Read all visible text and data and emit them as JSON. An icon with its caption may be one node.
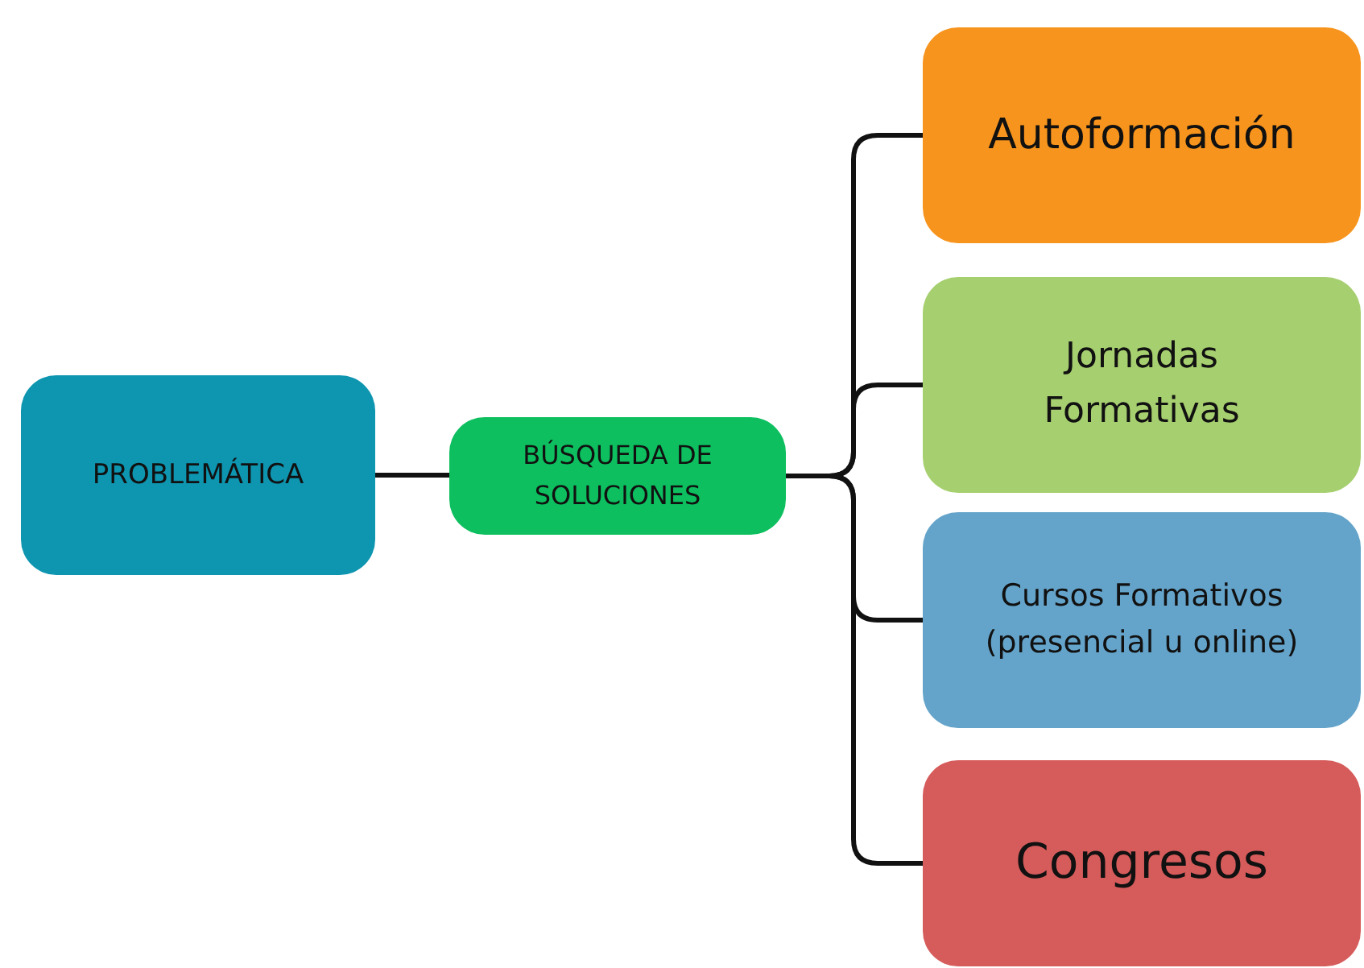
{
  "diagram": {
    "nodes": [
      {
        "text": [
          "PROBLEMÁTICA"
        ]
      },
      {
        "text": [
          "BÚSQUEDA DE SOLUCIONES"
        ]
      },
      {
        "text": [
          "Autoformación"
        ]
      },
      {
        "text": [
          "Jornadas Formativas"
        ]
      },
      {
        "text": [
          "Cursos Formativos (presencial u online)"
        ]
      },
      {
        "text": [
          "Congresos"
        ]
      }
    ],
    "edges": [
      {
        "from": 0,
        "to": 1,
        "arrow": "none"
      },
      {
        "from": 1,
        "to": 2,
        "arrow": "none"
      },
      {
        "from": 1,
        "to": 3,
        "arrow": "none"
      },
      {
        "from": 1,
        "to": 4,
        "arrow": "none"
      },
      {
        "from": 1,
        "to": 5,
        "arrow": "none"
      }
    ]
  }
}
